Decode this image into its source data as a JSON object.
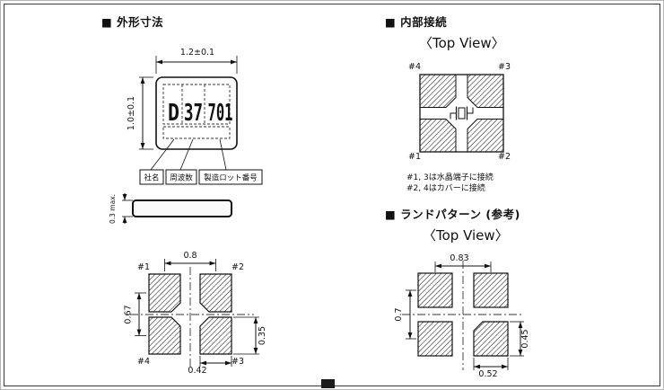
{
  "sections": {
    "outline": {
      "title": "■ 外形寸法",
      "dim_width": "1.2±0.1",
      "dim_height": "1.0±0.1",
      "marking_company": "D",
      "marking_freq": "37",
      "marking_lot": "701",
      "label_company": "社名",
      "label_freq": "周波数",
      "label_lot": "製造ロット番号",
      "side_dim_height": "0.3 max."
    },
    "bottom_view": {
      "pad1": "#1",
      "pad2": "#2",
      "pad3": "#3",
      "pad4": "#4",
      "dim_pitch_h": "0.8",
      "dim_pitch_v": "0.67",
      "dim_pad_w": "0.42",
      "dim_pad_h": "0.35"
    },
    "internal": {
      "title": "■ 内部接続",
      "top_view": "〈Top View〉",
      "pad1": "#1",
      "pad2": "#2",
      "pad3": "#3",
      "pad4": "#4",
      "note_crystal": "#1, 3は水晶端子に接続",
      "note_cover": "#2, 4はカバーに接続"
    },
    "land": {
      "title": "■ ランドパターン (参考)",
      "top_view": "〈Top View〉",
      "dim_pitch_h": "0.83",
      "dim_pitch_v": "0.7",
      "dim_pad_w": "0.52",
      "dim_pad_h": "0.45"
    }
  },
  "colors": {
    "line": "#111111",
    "background": "#ffffff"
  }
}
